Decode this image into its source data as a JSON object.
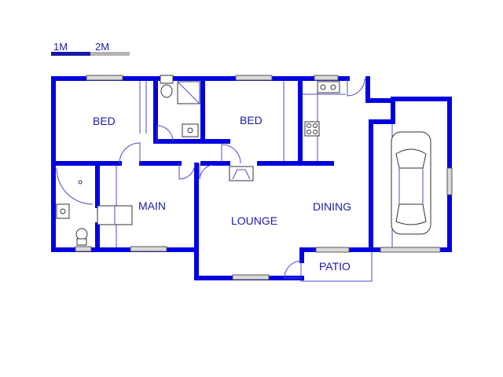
{
  "scale": {
    "label_1": "1M",
    "label_2": "2M"
  },
  "rooms": {
    "bed_left": "BED",
    "bed_right": "BED",
    "main": "MAIN",
    "lounge": "LOUNGE",
    "dining": "DINING",
    "patio": "PATIO"
  },
  "colors": {
    "walls": "#0000e0",
    "labels": "#1a1aa8",
    "fixtures": "#333333"
  }
}
